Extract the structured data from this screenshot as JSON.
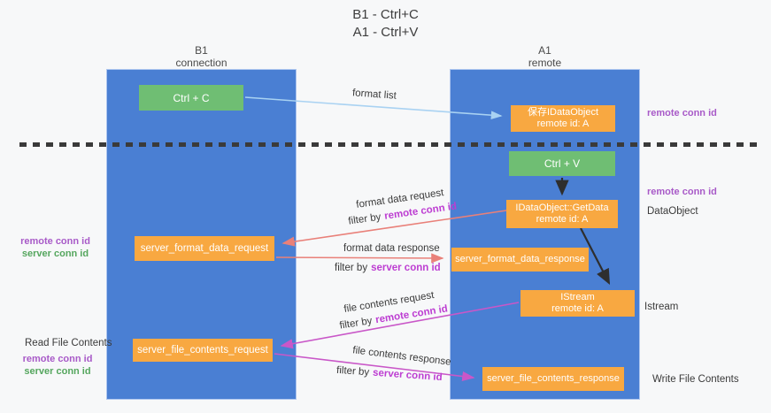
{
  "title": {
    "line1": "B1 - Ctrl+C",
    "line2": "A1 - Ctrl+V"
  },
  "lifelines": {
    "b1": {
      "name": "B1",
      "role": "connection"
    },
    "a1": {
      "name": "A1",
      "role": "remote"
    }
  },
  "nodes": {
    "ctrl_c": {
      "label": "Ctrl + C"
    },
    "ctrl_v": {
      "label": "Ctrl + V"
    },
    "save_idataobject": {
      "line1": "保存IDataObject",
      "line2": "remote id: A"
    },
    "getdata": {
      "line1": "IDataObject::GetData",
      "line2": "remote id: A"
    },
    "istream": {
      "line1": "IStream",
      "line2": "remote id: A"
    },
    "server_format_data_request": {
      "label": "server_format_data_request"
    },
    "server_format_data_response": {
      "label": "server_format_data_response"
    },
    "server_file_contents_request": {
      "label": "server_file_contents_request"
    },
    "server_file_contents_response": {
      "label": "server_file_contents_response"
    }
  },
  "edges": {
    "format_list": {
      "label": "format list"
    },
    "format_data_request": {
      "label": "format data request",
      "filter_prefix": "filter by",
      "filter_key": "remote conn id"
    },
    "format_data_response": {
      "label": "format data response",
      "filter_prefix": "filter by",
      "filter_key": "server conn id"
    },
    "file_contents_request": {
      "label": "file contents request",
      "filter_prefix": "filter by",
      "filter_key": "remote conn id"
    },
    "file_contents_response": {
      "label": "file contents response",
      "filter_prefix": "filter by",
      "filter_key": "server conn id"
    }
  },
  "annotations": {
    "right_top_remote_conn_id": "remote conn id",
    "right_mid_remote_conn_id": "remote conn id",
    "dataobject": "DataObject",
    "istream": "Istream",
    "write_file_contents": "Write File Contents",
    "read_file_contents": "Read File Contents",
    "left_top": {
      "remote": "remote conn id",
      "server": "server conn id"
    },
    "left_bottom": {
      "remote": "remote conn id",
      "server": "server conn id"
    }
  },
  "colors": {
    "background": "#f7f8f9",
    "lane_blue": "#4a7fd3",
    "node_green": "#6fbe73",
    "node_orange": "#f8a841",
    "accent_purple": "#a85ac8",
    "accent_magenta": "#bd3ed2",
    "accent_green": "#55a65e",
    "arrow_blue": "#a9d2f2",
    "arrow_salmon": "#e98079",
    "arrow_magenta": "#c957c8",
    "arrow_black": "#2e2e2e"
  }
}
